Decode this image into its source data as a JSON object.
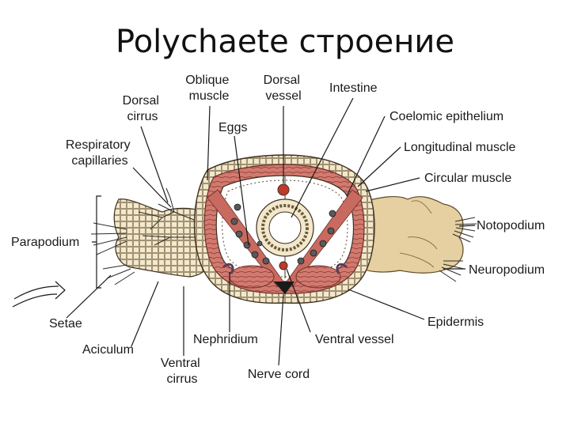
{
  "title": "Polychaete строение",
  "labels": {
    "oblique_muscle": [
      "Oblique",
      "muscle"
    ],
    "dorsal_vessel": [
      "Dorsal",
      "vessel"
    ],
    "intestine": "Intestine",
    "dorsal_cirrus": [
      "Dorsal",
      "cirrus"
    ],
    "eggs": "Eggs",
    "coelomic_epithelium": "Coelomic epithelium",
    "respiratory_capillaries": [
      "Respiratory",
      "capillaries"
    ],
    "longitudinal_muscle": "Longitudinal muscle",
    "circular_muscle": "Circular muscle",
    "notopodium": "Notopodium",
    "parapodium": "Parapodium",
    "neuropodium": "Neuropodium",
    "setae": "Setae",
    "epidermis": "Epidermis",
    "aciculum": "Aciculum",
    "nephridium": "Nephridium",
    "ventral_vessel": "Ventral vessel",
    "ventral_cirrus": [
      "Ventral",
      "cirrus"
    ],
    "nerve_cord": "Nerve cord"
  },
  "colors": {
    "muscle": "#c96a60",
    "muscle_dark": "#8a3a33",
    "epidermis": "#efe2c2",
    "parapodium": "#e6cfa0",
    "coelom": "#ffffff",
    "vessel": "#c0392b",
    "nerve": "#1a1a1a"
  }
}
